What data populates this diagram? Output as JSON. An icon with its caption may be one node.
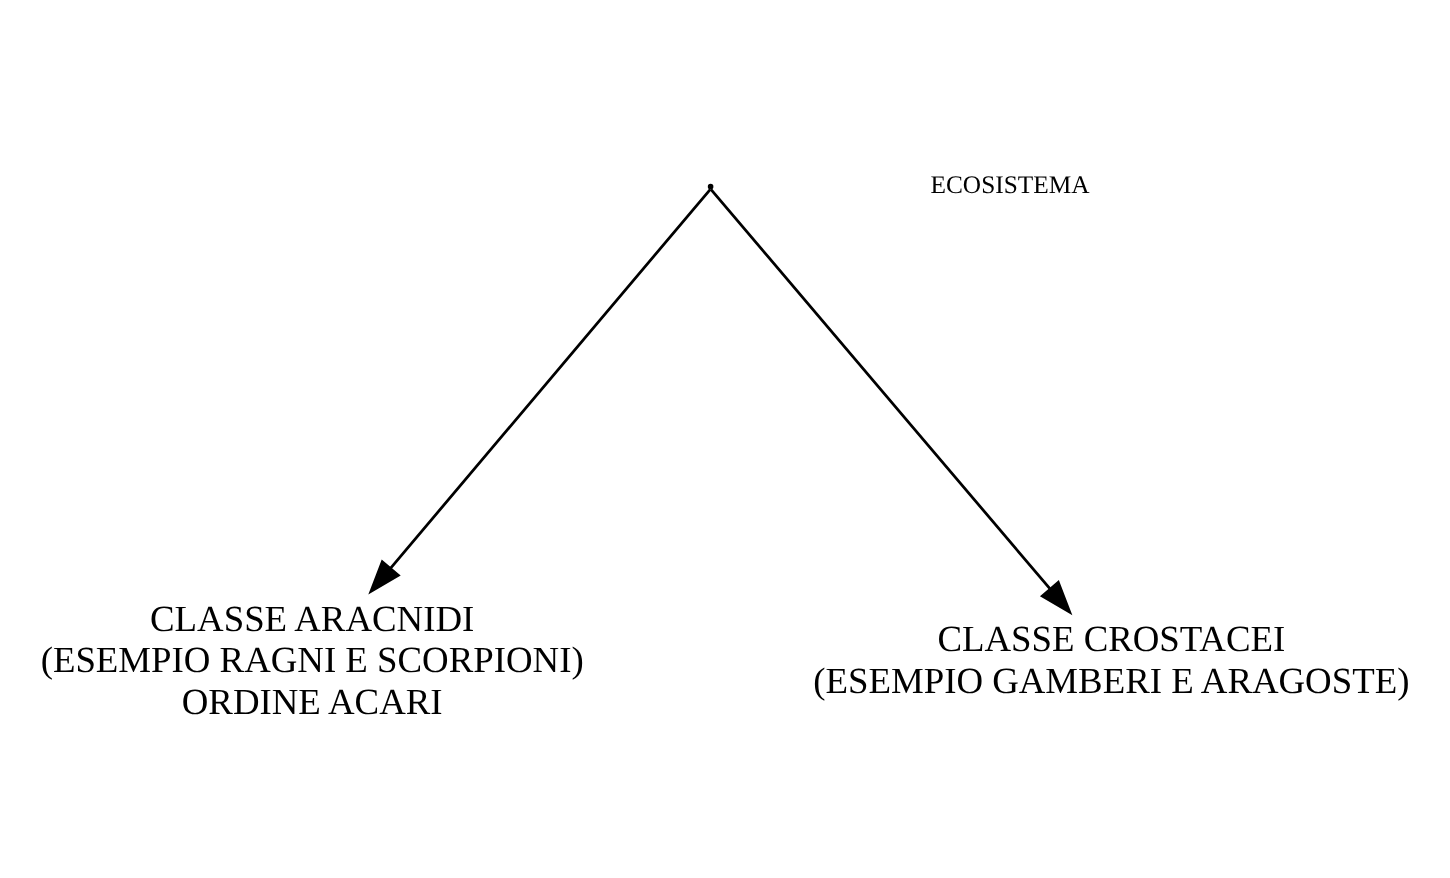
{
  "diagram": {
    "nodes": [
      {
        "text": [],
        "shape": "point"
      },
      {
        "text": [
          "CLASSE ARACNIDI",
          "(ESEMPIO RAGNI E SCORPIONI)",
          "ORDINE ACARI"
        ]
      },
      {
        "text": [
          "CLASSE CROSTACEI",
          "(ESEMPIO GAMBERI E ARAGOSTE)"
        ]
      }
    ],
    "edges": [
      {
        "from": 0,
        "to": 1,
        "arrow": "to"
      },
      {
        "from": 0,
        "to": 2,
        "arrow": "to"
      }
    ],
    "labels": [
      "ECOSISTEMA"
    ]
  }
}
